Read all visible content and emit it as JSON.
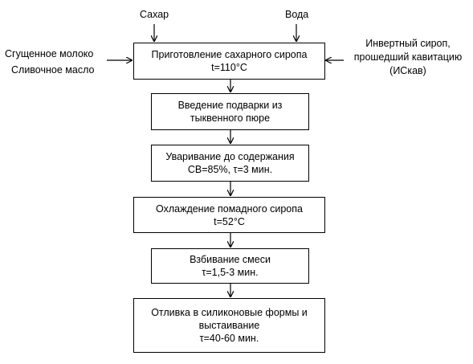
{
  "inputs": {
    "sugar": "Сахар",
    "water": "Вода",
    "left_line1": "Сгущенное молоко",
    "left_line2": "Сливочное масло",
    "right_line1": "Инвертный сироп,",
    "right_line2": "прошедший кавитацию",
    "right_line3": "(ИСкав)"
  },
  "steps": [
    {
      "line1": "Приготовление сахарного сиропа",
      "line2": "t=110°С"
    },
    {
      "line1": "Введение подварки из",
      "line2": "тыквенного пюре"
    },
    {
      "line1": "Уваривание до содержания",
      "line2": "СВ=85%, τ=3 мин."
    },
    {
      "line1": "Охлаждение помадного сиропа",
      "line2": "t=52°С"
    },
    {
      "line1": "Взбивание смеси",
      "line2": "τ=1,5-3 мин."
    },
    {
      "line1": "Отливка в силиконовые формы и",
      "line2": "выстаивание",
      "line3": "τ=40-60 мин."
    }
  ]
}
